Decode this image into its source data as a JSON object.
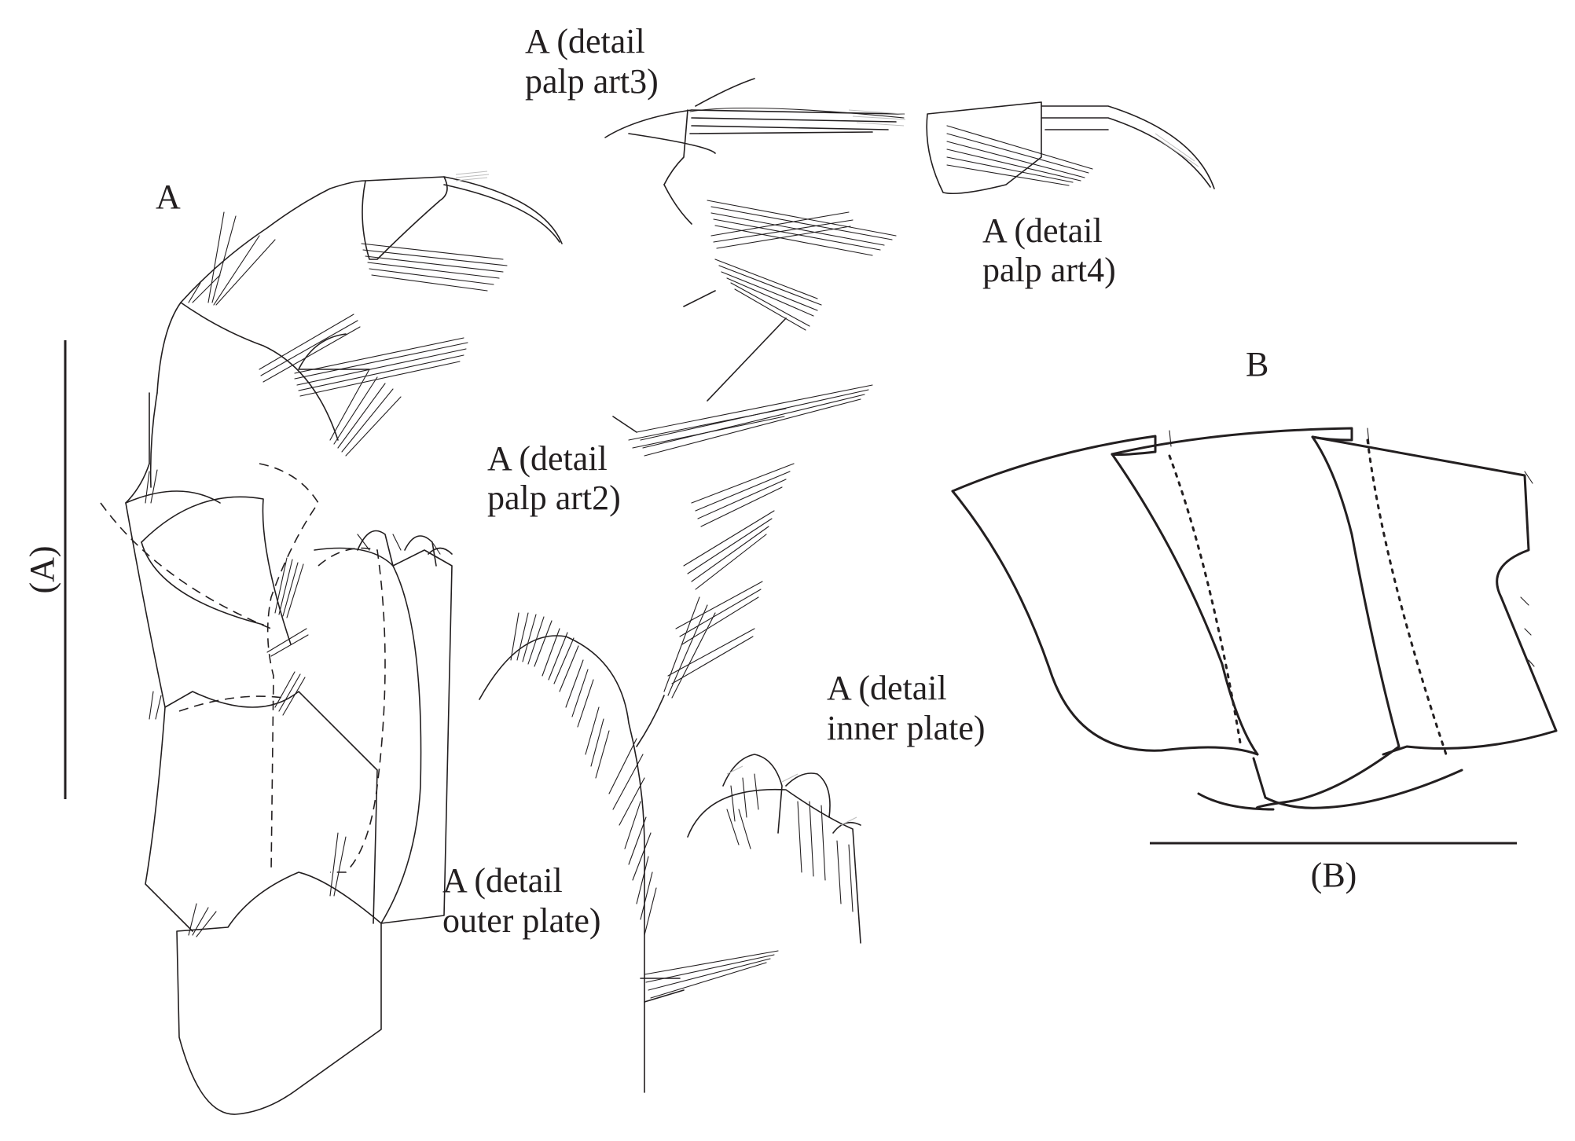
{
  "figure": {
    "panel_a_label": "A",
    "panel_b_label": "B",
    "scale_a_label": "(A)",
    "scale_b_label": "(B)",
    "details": {
      "palp_art3": {
        "line1": "A (detail",
        "line2": "palp art3)"
      },
      "palp_art4": {
        "line1": "A (detail",
        "line2": "palp art4)"
      },
      "palp_art2": {
        "line1": "A (detail",
        "line2": "palp art2)"
      },
      "inner_plate": {
        "line1": "A (detail",
        "line2": "inner plate)"
      },
      "outer_plate": {
        "line1": "A (detail",
        "line2": "outer plate)"
      }
    }
  }
}
